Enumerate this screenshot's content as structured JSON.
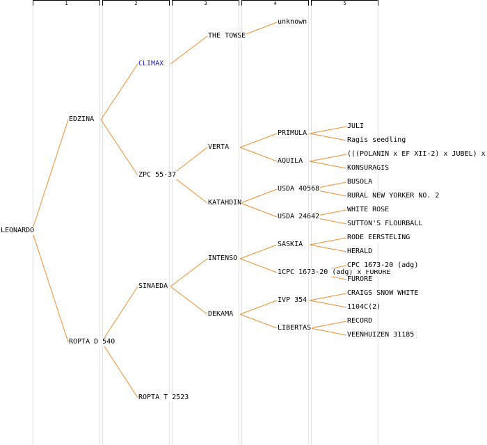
{
  "generations": [
    "1",
    "2",
    "3",
    "4",
    "5"
  ],
  "colors": {
    "line": "#f08c2e",
    "highlight": "#2020cc",
    "text": "#000000",
    "column": "#e2e2e2"
  },
  "nodes": [
    {
      "id": "leonardo",
      "label": "LEONARDO",
      "gen": 0,
      "row": 15.5
    },
    {
      "id": "edzina",
      "label": "EDZINA",
      "gen": 1,
      "row": 7.5
    },
    {
      "id": "ropta-d540",
      "label": "ROPTA D 540",
      "gen": 1,
      "row": 23.5
    },
    {
      "id": "climax",
      "label": "CLIMAX",
      "gen": 2,
      "row": 3.5,
      "highlight": true
    },
    {
      "id": "zpc-55-37",
      "label": "ZPC 55-37",
      "gen": 2,
      "row": 11.5
    },
    {
      "id": "sinaeda",
      "label": "SINAEDA",
      "gen": 2,
      "row": 19.5
    },
    {
      "id": "ropta-t2523",
      "label": "ROPTA T 2523",
      "gen": 2,
      "row": 27.5
    },
    {
      "id": "the-towse",
      "label": "THE TOWSE",
      "gen": 3,
      "row": 1.5
    },
    {
      "id": "verta",
      "label": "VERTA",
      "gen": 3,
      "row": 9.5
    },
    {
      "id": "katahdin",
      "label": "KATAHDIN",
      "gen": 3,
      "row": 13.5
    },
    {
      "id": "intenso",
      "label": "INTENSO",
      "gen": 3,
      "row": 17.5
    },
    {
      "id": "dekama",
      "label": "DEKAMA",
      "gen": 3,
      "row": 21.5
    },
    {
      "id": "unknown",
      "label": "unknown",
      "gen": 4,
      "row": 0.5
    },
    {
      "id": "primula",
      "label": "PRIMULA",
      "gen": 4,
      "row": 8.5
    },
    {
      "id": "aquila",
      "label": "AQUILA",
      "gen": 4,
      "row": 10.5
    },
    {
      "id": "usda-40568",
      "label": "USDA 40568",
      "gen": 4,
      "row": 12.5
    },
    {
      "id": "usda-24642",
      "label": "USDA 24642",
      "gen": 4,
      "row": 14.5
    },
    {
      "id": "saskia",
      "label": "SASKIA",
      "gen": 4,
      "row": 16.5
    },
    {
      "id": "cpc-furore",
      "label": "1CPC 1673-20 (adg) x FURORE",
      "gen": 4,
      "row": 18.5
    },
    {
      "id": "ivp-354",
      "label": "IVP 354",
      "gen": 4,
      "row": 20.5
    },
    {
      "id": "libertas",
      "label": "LIBERTAS",
      "gen": 4,
      "row": 22.5
    },
    {
      "id": "juli",
      "label": "JULI",
      "gen": 5,
      "row": 8
    },
    {
      "id": "ragis-seedling",
      "label": "Ragis seedling",
      "gen": 5,
      "row": 9
    },
    {
      "id": "polanin-cross",
      "label": "(((POLANIN x EF XII-2) x JUBEL) x",
      "gen": 5,
      "row": 10
    },
    {
      "id": "konsuragis",
      "label": "KONSURAGIS",
      "gen": 5,
      "row": 11
    },
    {
      "id": "busola",
      "label": "BUSOLA",
      "gen": 5,
      "row": 12
    },
    {
      "id": "rural-new-yorker",
      "label": "RURAL NEW YORKER NO. 2",
      "gen": 5,
      "row": 13
    },
    {
      "id": "white-rose",
      "label": "WHITE ROSE",
      "gen": 5,
      "row": 14
    },
    {
      "id": "suttons-flourball",
      "label": "SUTTON'S FLOURBALL",
      "gen": 5,
      "row": 15
    },
    {
      "id": "rode-eersteling",
      "label": "RODE EERSTELING",
      "gen": 5,
      "row": 16
    },
    {
      "id": "herald",
      "label": "HERALD",
      "gen": 5,
      "row": 17
    },
    {
      "id": "cpc-1673-20",
      "label": "CPC 1673-20 (adg)",
      "gen": 5,
      "row": 18
    },
    {
      "id": "furore",
      "label": "FURORE",
      "gen": 5,
      "row": 19
    },
    {
      "id": "craigs-snow-white",
      "label": "CRAIGS SNOW WHITE",
      "gen": 5,
      "row": 20
    },
    {
      "id": "1104c2",
      "label": "1104C(2)",
      "gen": 5,
      "row": 21
    },
    {
      "id": "record",
      "label": "RECORD",
      "gen": 5,
      "row": 22
    },
    {
      "id": "veenhuizen",
      "label": "VEENHUIZEN 31185",
      "gen": 5,
      "row": 23
    }
  ],
  "edges": [
    [
      "leonardo",
      "edzina"
    ],
    [
      "leonardo",
      "ropta-d540"
    ],
    [
      "edzina",
      "climax"
    ],
    [
      "edzina",
      "zpc-55-37"
    ],
    [
      "ropta-d540",
      "sinaeda"
    ],
    [
      "ropta-d540",
      "ropta-t2523"
    ],
    [
      "climax",
      "the-towse"
    ],
    [
      "zpc-55-37",
      "verta"
    ],
    [
      "zpc-55-37",
      "katahdin"
    ],
    [
      "sinaeda",
      "intenso"
    ],
    [
      "sinaeda",
      "dekama"
    ],
    [
      "the-towse",
      "unknown"
    ],
    [
      "verta",
      "primula"
    ],
    [
      "verta",
      "aquila"
    ],
    [
      "katahdin",
      "usda-40568"
    ],
    [
      "katahdin",
      "usda-24642"
    ],
    [
      "intenso",
      "saskia"
    ],
    [
      "intenso",
      "cpc-furore"
    ],
    [
      "dekama",
      "ivp-354"
    ],
    [
      "dekama",
      "libertas"
    ],
    [
      "primula",
      "juli"
    ],
    [
      "primula",
      "ragis-seedling"
    ],
    [
      "aquila",
      "polanin-cross"
    ],
    [
      "aquila",
      "konsuragis"
    ],
    [
      "usda-40568",
      "busola"
    ],
    [
      "usda-40568",
      "rural-new-yorker"
    ],
    [
      "usda-24642",
      "white-rose"
    ],
    [
      "usda-24642",
      "suttons-flourball"
    ],
    [
      "saskia",
      "rode-eersteling"
    ],
    [
      "saskia",
      "herald"
    ],
    [
      "cpc-furore",
      "cpc-1673-20"
    ],
    [
      "cpc-furore",
      "furore"
    ],
    [
      "ivp-354",
      "craigs-snow-white"
    ],
    [
      "ivp-354",
      "1104c2"
    ],
    [
      "libertas",
      "record"
    ],
    [
      "libertas",
      "veenhuizen"
    ]
  ]
}
